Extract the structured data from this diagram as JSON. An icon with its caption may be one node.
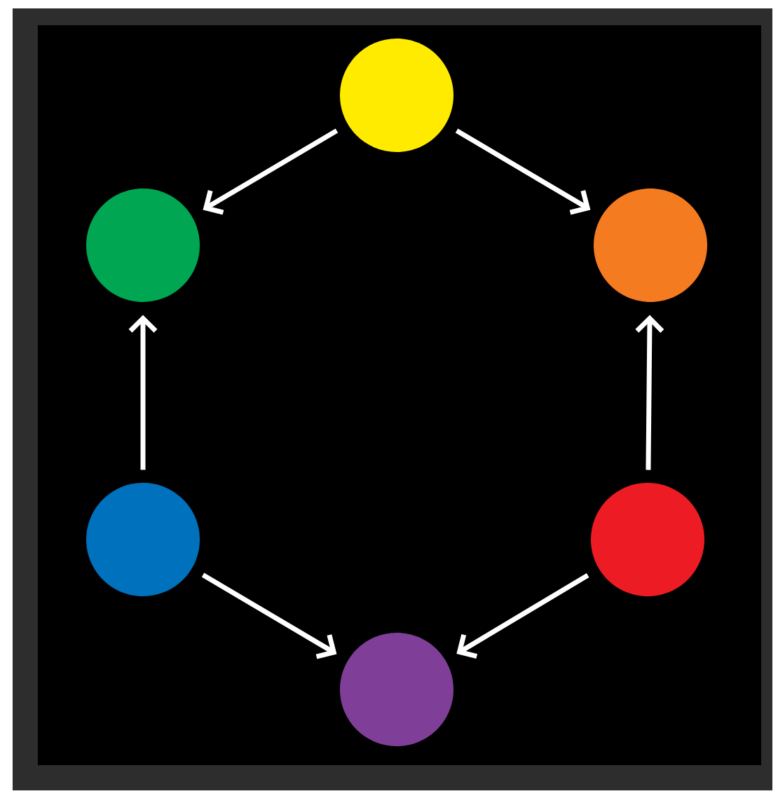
{
  "diagram": {
    "nodes": [
      {
        "text": [],
        "shape": "circle"
      },
      {
        "text": [],
        "shape": "circle"
      },
      {
        "text": [],
        "shape": "circle"
      },
      {
        "text": [],
        "shape": "circle"
      },
      {
        "text": [],
        "shape": "circle"
      },
      {
        "text": [],
        "shape": "circle"
      }
    ],
    "edges": [
      {
        "from": 0,
        "to": 1,
        "arrow": "to"
      },
      {
        "from": 0,
        "to": 2,
        "arrow": "to"
      },
      {
        "from": 3,
        "to": 1,
        "arrow": "to"
      },
      {
        "from": 4,
        "to": 2,
        "arrow": "to"
      },
      {
        "from": 3,
        "to": 5,
        "arrow": "to"
      },
      {
        "from": 4,
        "to": 5,
        "arrow": "to"
      }
    ]
  }
}
